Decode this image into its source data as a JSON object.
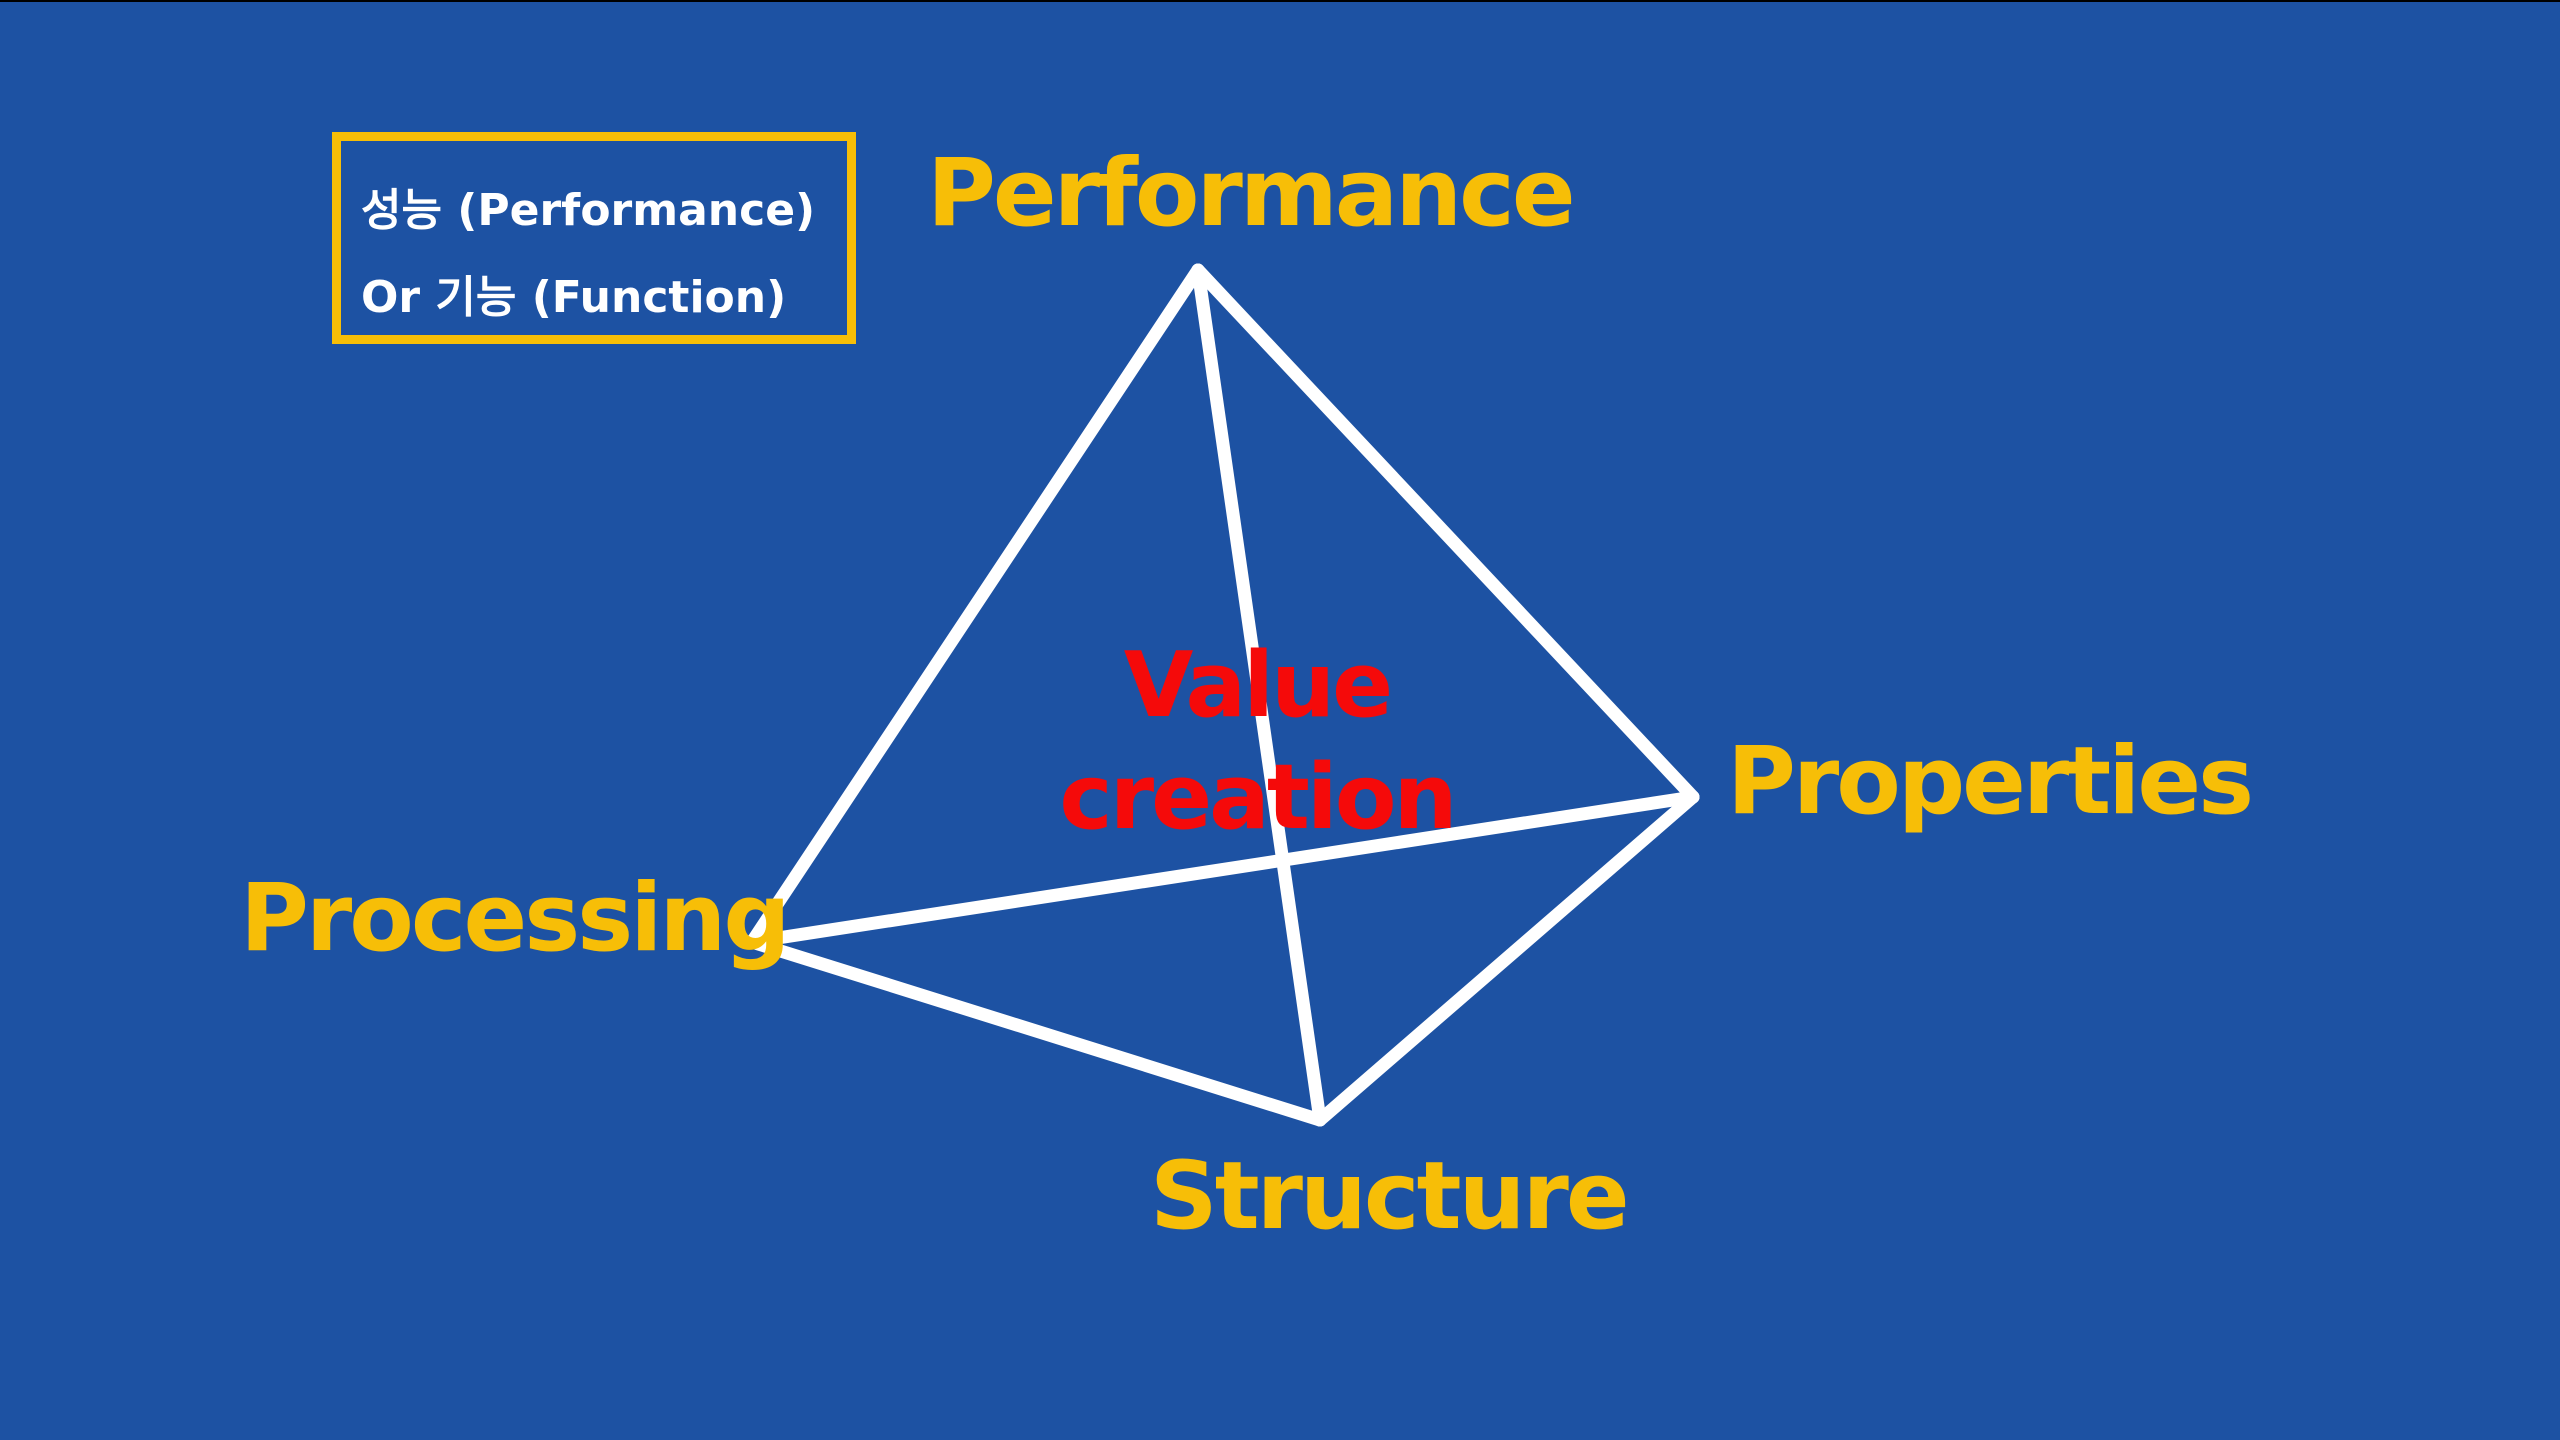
{
  "note_box": {
    "line1": "성능 (Performance)",
    "line2": "Or 기능 (Function)"
  },
  "vertices": {
    "top": "Performance",
    "right": "Properties",
    "left": "Processing",
    "bottom": "Structure"
  },
  "center": {
    "line1": "Value",
    "line2": "creation"
  },
  "colors": {
    "background": "#1d52a3",
    "vertex_labels": "#f7be07",
    "center_label": "#f50a0a",
    "edges": "#ffffff",
    "note_border": "#f7be07",
    "note_text": "#ffffff"
  }
}
